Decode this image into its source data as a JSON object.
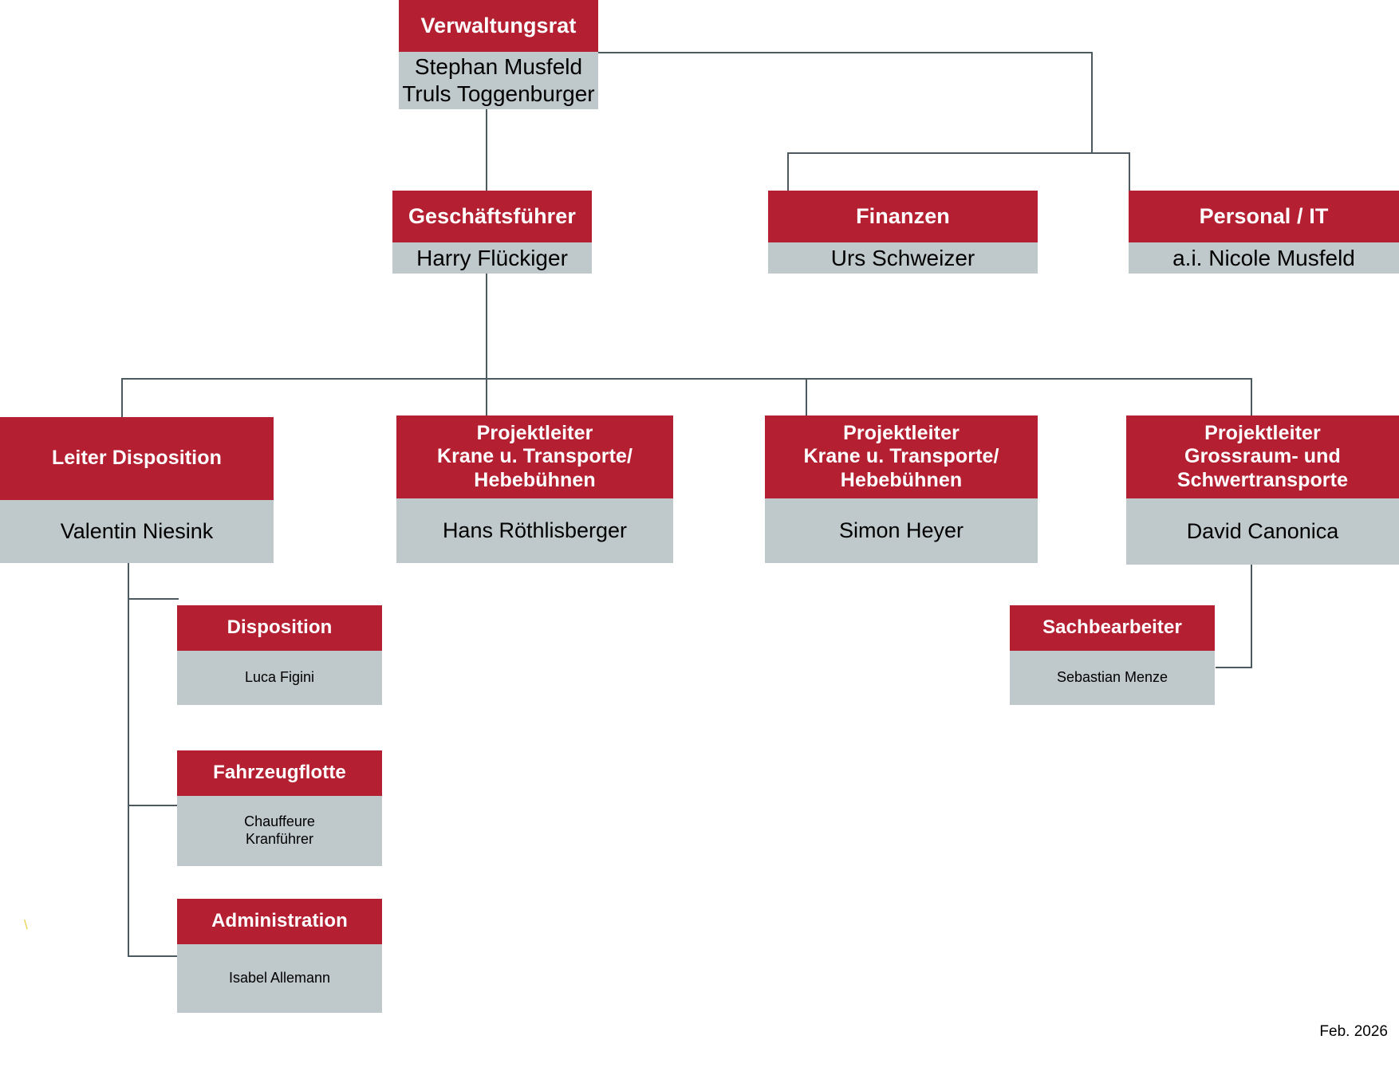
{
  "meta": {
    "date_label": "Feb. 2026",
    "stray_mark": "\\",
    "colors": {
      "header_red": "#b41f31",
      "body_gray": "#bfc8cb",
      "line": "#4c5a60",
      "background": "#ffffff"
    }
  },
  "nodes": {
    "verwaltungsrat": {
      "title": "Verwaltungsrat",
      "people": "Stephan Musfeld\nTruls Toggenburger"
    },
    "geschaeftsfuehrer": {
      "title": "Geschäftsführer",
      "people": "Harry Flückiger"
    },
    "finanzen": {
      "title": "Finanzen",
      "people": "Urs Schweizer"
    },
    "personal_it": {
      "title": "Personal / IT",
      "people": "a.i. Nicole Musfeld"
    },
    "leiter_disposition": {
      "title": "Leiter Disposition",
      "people": "Valentin Niesink"
    },
    "projektleiter_krane_1": {
      "title": "Projektleiter\nKrane u. Transporte/\nHebebühnen",
      "people": "Hans Röthlisberger"
    },
    "projektleiter_krane_2": {
      "title": "Projektleiter\nKrane u. Transporte/\nHebebühnen",
      "people": "Simon Heyer"
    },
    "projektleiter_grossraum": {
      "title": "Projektleiter\nGrossraum- und\nSchwertransporte",
      "people": "David Canonica"
    },
    "disposition": {
      "title": "Disposition",
      "people": "Luca Figini"
    },
    "fahrzeugflotte": {
      "title": "Fahrzeugflotte",
      "people": "Chauffeure\nKranführer"
    },
    "administration": {
      "title": "Administration",
      "people": "Isabel Allemann"
    },
    "sachbearbeiter": {
      "title": "Sachbearbeiter",
      "people": "Sebastian Menze"
    }
  }
}
